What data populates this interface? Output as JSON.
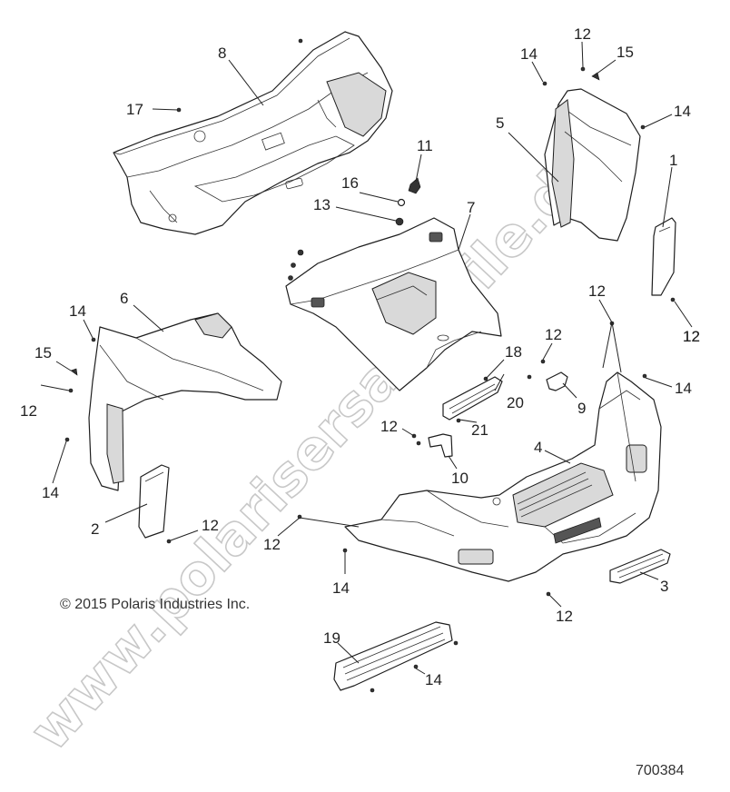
{
  "diagram": {
    "copyright": "© 2015 Polaris Industries Inc.",
    "figure_number": "700384",
    "watermark": "www.polarisersatzteile.de",
    "callouts": [
      {
        "id": "c8",
        "label": "8"
      },
      {
        "id": "c17",
        "label": "17"
      },
      {
        "id": "c11",
        "label": "11"
      },
      {
        "id": "c16",
        "label": "16"
      },
      {
        "id": "c13",
        "label": "13"
      },
      {
        "id": "c7",
        "label": "7"
      },
      {
        "id": "c12a",
        "label": "12"
      },
      {
        "id": "c14a",
        "label": "14"
      },
      {
        "id": "c15a",
        "label": "15"
      },
      {
        "id": "c14b",
        "label": "14"
      },
      {
        "id": "c5",
        "label": "5"
      },
      {
        "id": "c1",
        "label": "1"
      },
      {
        "id": "c12b",
        "label": "12"
      },
      {
        "id": "c6",
        "label": "6"
      },
      {
        "id": "c14c",
        "label": "14"
      },
      {
        "id": "c15b",
        "label": "15"
      },
      {
        "id": "c12c",
        "label": "12"
      },
      {
        "id": "c14d",
        "label": "14"
      },
      {
        "id": "c2",
        "label": "2"
      },
      {
        "id": "c12d",
        "label": "12"
      },
      {
        "id": "c12e",
        "label": "12"
      },
      {
        "id": "c18",
        "label": "18"
      },
      {
        "id": "c20",
        "label": "20"
      },
      {
        "id": "c21",
        "label": "21"
      },
      {
        "id": "c12f",
        "label": "12"
      },
      {
        "id": "c10",
        "label": "10"
      },
      {
        "id": "c12g",
        "label": "12"
      },
      {
        "id": "c9",
        "label": "9"
      },
      {
        "id": "c12h",
        "label": "12"
      },
      {
        "id": "c12i",
        "label": "12"
      },
      {
        "id": "c14e",
        "label": "14"
      },
      {
        "id": "c4",
        "label": "4"
      },
      {
        "id": "c14f",
        "label": "14"
      },
      {
        "id": "c3",
        "label": "3"
      },
      {
        "id": "c12j",
        "label": "12"
      },
      {
        "id": "c19",
        "label": "19"
      },
      {
        "id": "c14g",
        "label": "14"
      }
    ]
  }
}
